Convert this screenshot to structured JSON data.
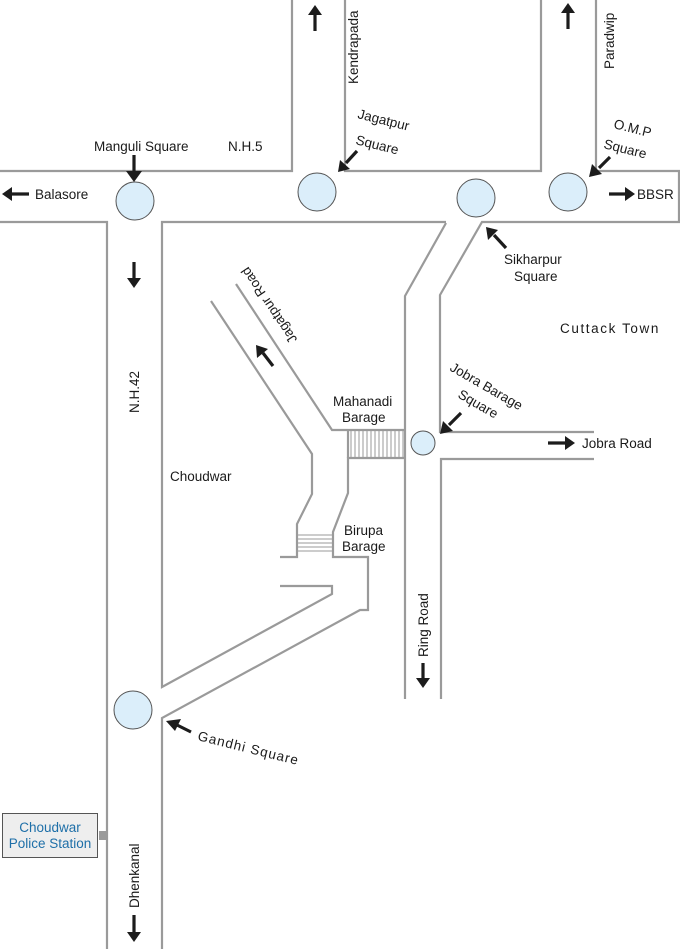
{
  "map": {
    "title": "Choudwar area road map",
    "colors": {
      "road_outline": "#9a9a9a",
      "junction_fill": "#dbeefa",
      "junction_stroke": "#555555",
      "arrow": "#1c1c1c",
      "label_text": "#1a1a1a",
      "police_station_text": "#1e6fa8",
      "police_station_bg": "#eeeeee"
    },
    "labels": {
      "manguli_square": "Manguli Square",
      "nh5": "N.H.5",
      "balasore": "Balasore",
      "kendrapada": "Kendrapada",
      "jagatpur_square_1": "Jagatpur",
      "jagatpur_square_2": "Square",
      "paradwip": "Paradwip",
      "omp_square_1": "O.M.P",
      "omp_square_2": "Square",
      "bbsr": "BBSR",
      "sikharpur_square_1": "Sikharpur",
      "sikharpur_square_2": "Square",
      "cuttack_town": "Cuttack Town",
      "jagatpur_road": "Jagatpur Road",
      "nh42": "N.H.42",
      "mahanadi_barage_1": "Mahanadi",
      "mahanadi_barage_2": "Barage",
      "jobra_barage_square_1": "Jobra Barage",
      "jobra_barage_square_2": "Square",
      "jobra_road": "Jobra Road",
      "choudwar": "Choudwar",
      "birupa_barage_1": "Birupa",
      "birupa_barage_2": "Barage",
      "ring_road": "Ring Road",
      "gandhi_square": "Gandhi Square",
      "dhenkanal": "Dhenkanal"
    },
    "junctions": [
      "Manguli Square",
      "Jagatpur Square",
      "Sikharpur Square",
      "O.M.P Square",
      "Jobra Barage Square",
      "Gandhi Square"
    ],
    "police_station": {
      "line1": "Choudwar",
      "line2": "Police Station"
    }
  }
}
